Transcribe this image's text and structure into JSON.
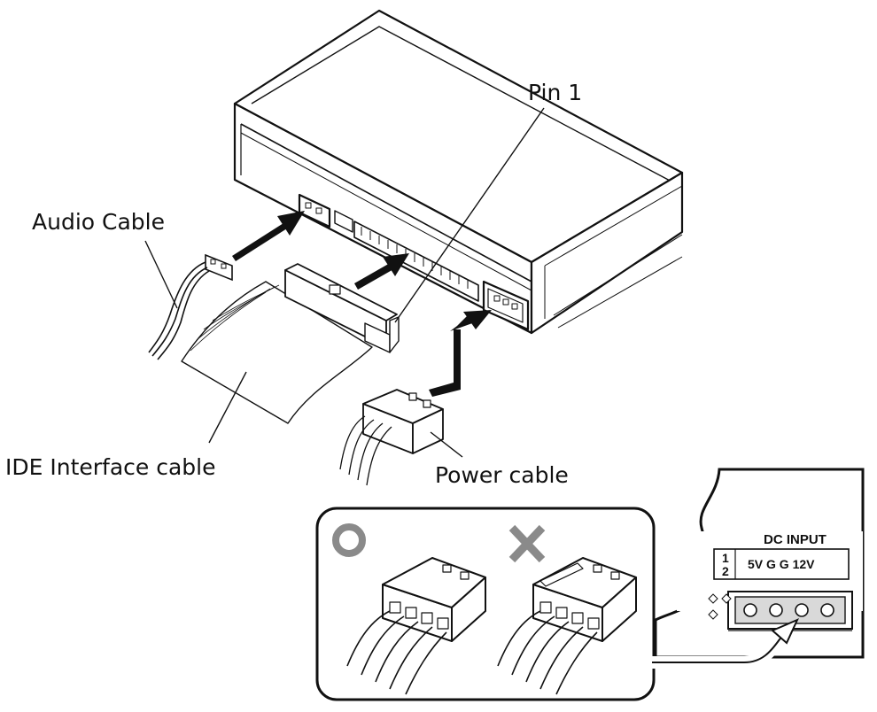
{
  "labels": {
    "pin1": "Pin 1",
    "audio_cable": "Audio Cable",
    "ide_cable": "IDE Interface cable",
    "power_cable": "Power cable"
  },
  "inset": {
    "correct_symbol": "correct-mark",
    "wrong_symbol": "wrong-mark",
    "dc_input_title": "DC INPUT",
    "row_1": "1",
    "row_2": "2",
    "pin_voltages": "5V G G 12V"
  },
  "colors": {
    "line": "#111111",
    "mark_gray": "#8a8a8a",
    "arrow": "#111111",
    "panel_fill": "#d9d9d9"
  }
}
